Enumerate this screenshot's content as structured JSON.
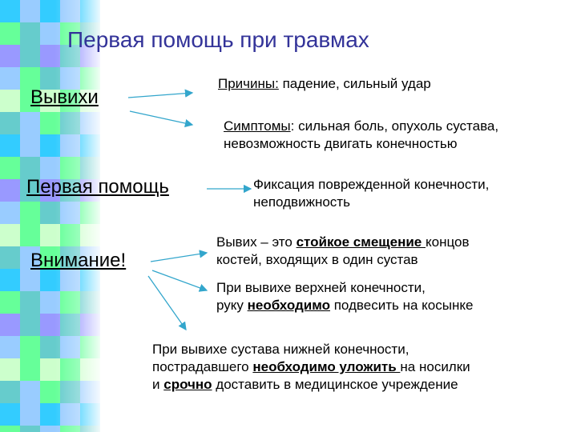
{
  "title": "Первая помощь при травмах",
  "colors": {
    "title": "#333399",
    "arrow": "#33a6cc",
    "mosaic": [
      "#33ccff",
      "#66ff99",
      "#9999ff",
      "#99ccff",
      "#ccffcc",
      "#66cccc"
    ]
  },
  "headings": {
    "dislocations": "Вывихи",
    "first_aid": "Первая помощь",
    "attention": "Внимание!"
  },
  "causes": {
    "label": "Причины:",
    "text": " падение, сильный удар"
  },
  "symptoms": {
    "label": "Симптомы",
    "line1_rest": ": сильная боль, опухоль сустава,",
    "line2": "невозможность  двигать конечностью"
  },
  "fixation": {
    "line1": "Фиксация поврежденной конечности,",
    "line2": "неподвижность"
  },
  "definition": {
    "pre": "Вывих – это ",
    "emph": "стойкое смещение ",
    "post": "концов",
    "line2": "костей, входящих в один сустав"
  },
  "upper_limb": {
    "line1": "При вывихе верхней конечности,",
    "pre": "руку ",
    "emph": "необходимо",
    "post": " подвесить на косынке"
  },
  "lower_limb": {
    "line1": "При вывихе сустава нижней конечности,",
    "pre": "пострадавшего ",
    "emph": "необходимо уложить ",
    "post": "на носилки",
    "line3_pre": "и ",
    "line3_emph": "срочно",
    "line3_post": " доставить в медицинское учреждение"
  }
}
